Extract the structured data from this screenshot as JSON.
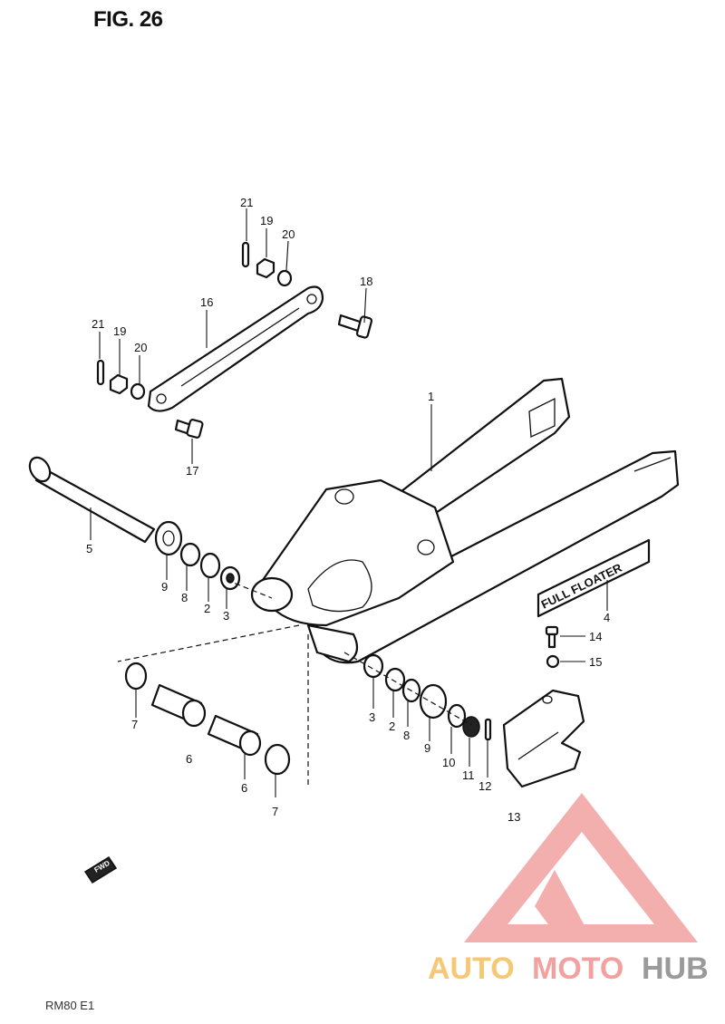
{
  "figure": {
    "title": "FIG. 26",
    "footer_code": "RM80 E1"
  },
  "decal_text": "FULL FLOATER",
  "fwd_arrow_text": "FWD",
  "callouts": [
    {
      "id": "c21a",
      "label": "21"
    },
    {
      "id": "c19a",
      "label": "19"
    },
    {
      "id": "c20a",
      "label": "20"
    },
    {
      "id": "c18",
      "label": "18"
    },
    {
      "id": "c16",
      "label": "16"
    },
    {
      "id": "c21b",
      "label": "21"
    },
    {
      "id": "c19b",
      "label": "19"
    },
    {
      "id": "c20b",
      "label": "20"
    },
    {
      "id": "c17",
      "label": "17"
    },
    {
      "id": "c1",
      "label": "1"
    },
    {
      "id": "c5",
      "label": "5"
    },
    {
      "id": "c9a",
      "label": "9"
    },
    {
      "id": "c8a",
      "label": "8"
    },
    {
      "id": "c2a",
      "label": "2"
    },
    {
      "id": "c3a",
      "label": "3"
    },
    {
      "id": "c4",
      "label": "4"
    },
    {
      "id": "c14",
      "label": "14"
    },
    {
      "id": "c15",
      "label": "15"
    },
    {
      "id": "c7a",
      "label": "7"
    },
    {
      "id": "c6a",
      "label": "6"
    },
    {
      "id": "c6b",
      "label": "6"
    },
    {
      "id": "c7b",
      "label": "7"
    },
    {
      "id": "c3b",
      "label": "3"
    },
    {
      "id": "c2b",
      "label": "2"
    },
    {
      "id": "c8b",
      "label": "8"
    },
    {
      "id": "c9b",
      "label": "9"
    },
    {
      "id": "c10",
      "label": "10"
    },
    {
      "id": "c11",
      "label": "11"
    },
    {
      "id": "c12",
      "label": "12"
    },
    {
      "id": "c13",
      "label": "13"
    }
  ],
  "watermark": {
    "part1": "AUTO",
    "part2": "MOTO",
    "part3": "HUB",
    "color_light": "#f7c873",
    "color_red": "#f2a0a0",
    "color_gray": "#9a9a9a"
  }
}
